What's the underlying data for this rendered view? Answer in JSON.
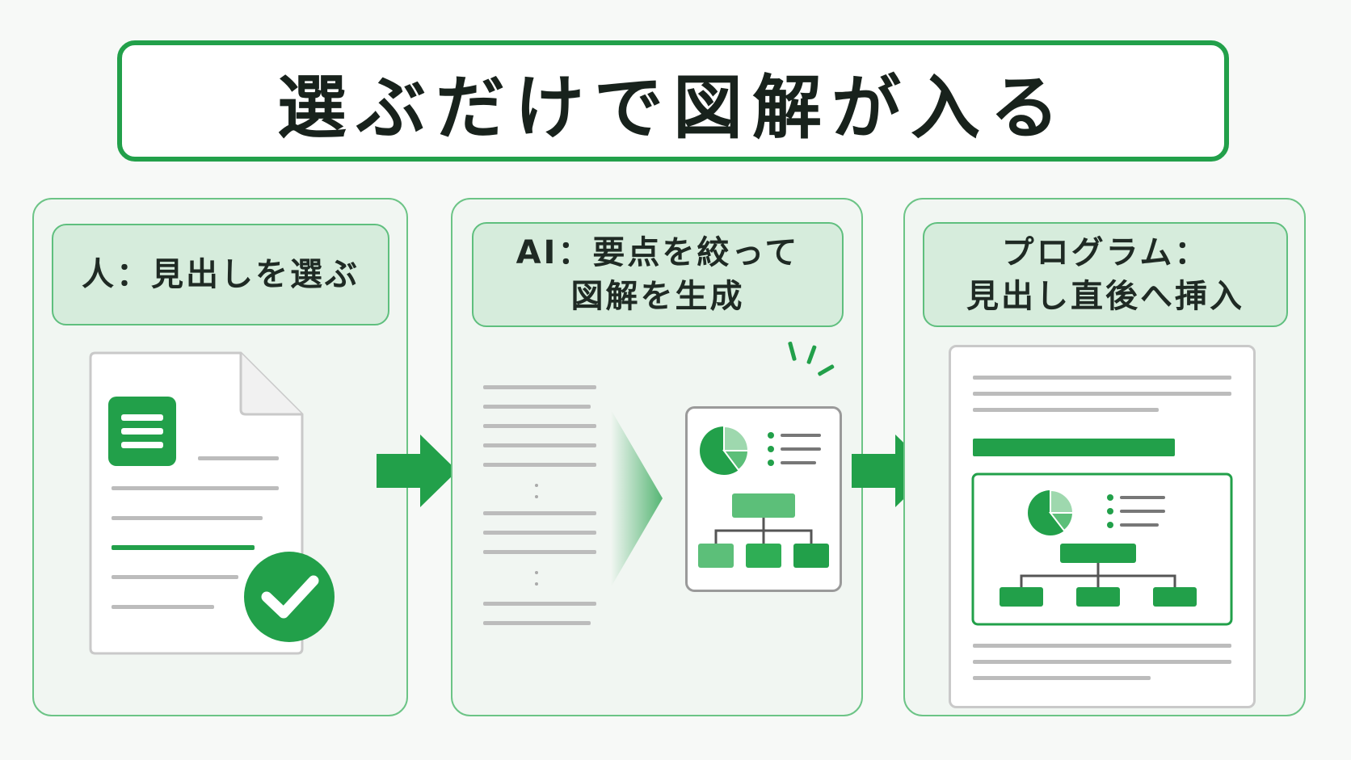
{
  "title": "選ぶだけで図解が入る",
  "steps": [
    {
      "label_lines": [
        "人：見出しを選ぶ"
      ]
    },
    {
      "label_lines": [
        "AI：要点を絞って",
        "図解を生成"
      ]
    },
    {
      "label_lines": [
        "プログラム：",
        "見出し直後へ挿入"
      ]
    }
  ],
  "icons": {
    "document": "document-icon",
    "check": "checkmark-icon",
    "arrow": "arrow-right-icon",
    "pie": "pie-chart-icon",
    "org": "org-chart-icon"
  },
  "colors": {
    "accent": "#22a04a",
    "accent_light": "#d6ecdc",
    "panel_bg": "#f1f6f2",
    "text_line": "#bcbcbc"
  }
}
